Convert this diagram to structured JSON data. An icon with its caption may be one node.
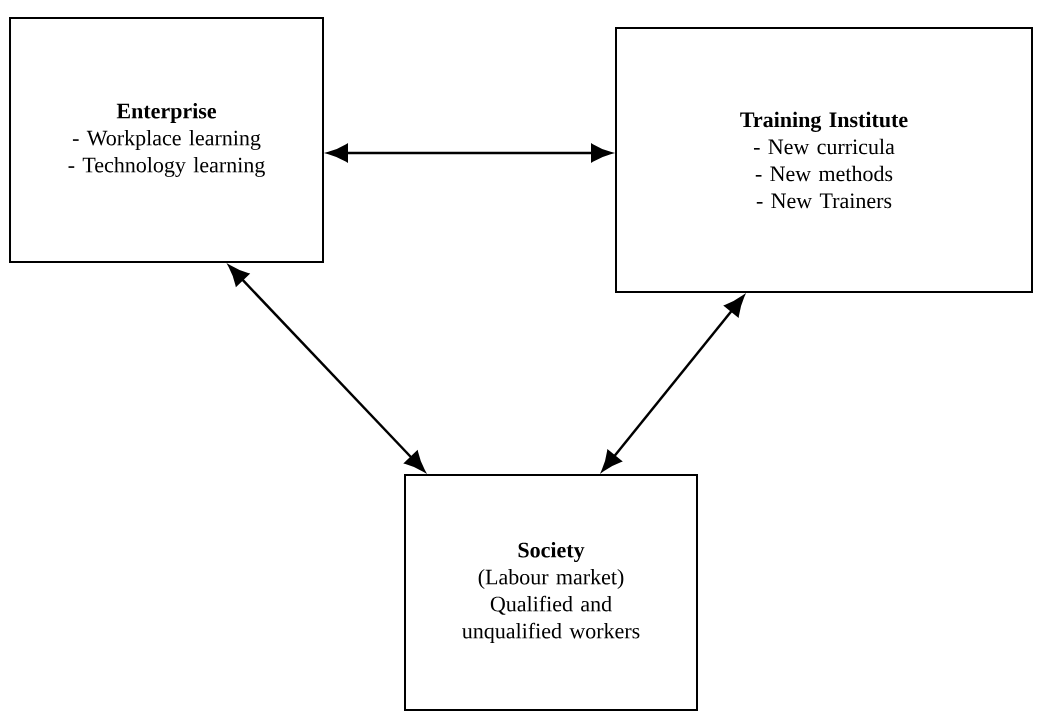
{
  "diagram": {
    "nodes": [
      {
        "text": [
          "Enterprise",
          "- Workplace learning",
          "- Technology learning"
        ]
      },
      {
        "text": [
          "Training Institute",
          "- New curricula",
          "- New methods",
          "- New Trainers"
        ]
      },
      {
        "text": [
          "Society",
          "(Labour market)",
          "Qualified and unqualified workers"
        ]
      }
    ],
    "edges": [
      {
        "from": 0,
        "to": 1,
        "arrow": "both"
      },
      {
        "from": 0,
        "to": 2,
        "arrow": "both"
      },
      {
        "from": 1,
        "to": 2,
        "arrow": "both"
      }
    ]
  }
}
